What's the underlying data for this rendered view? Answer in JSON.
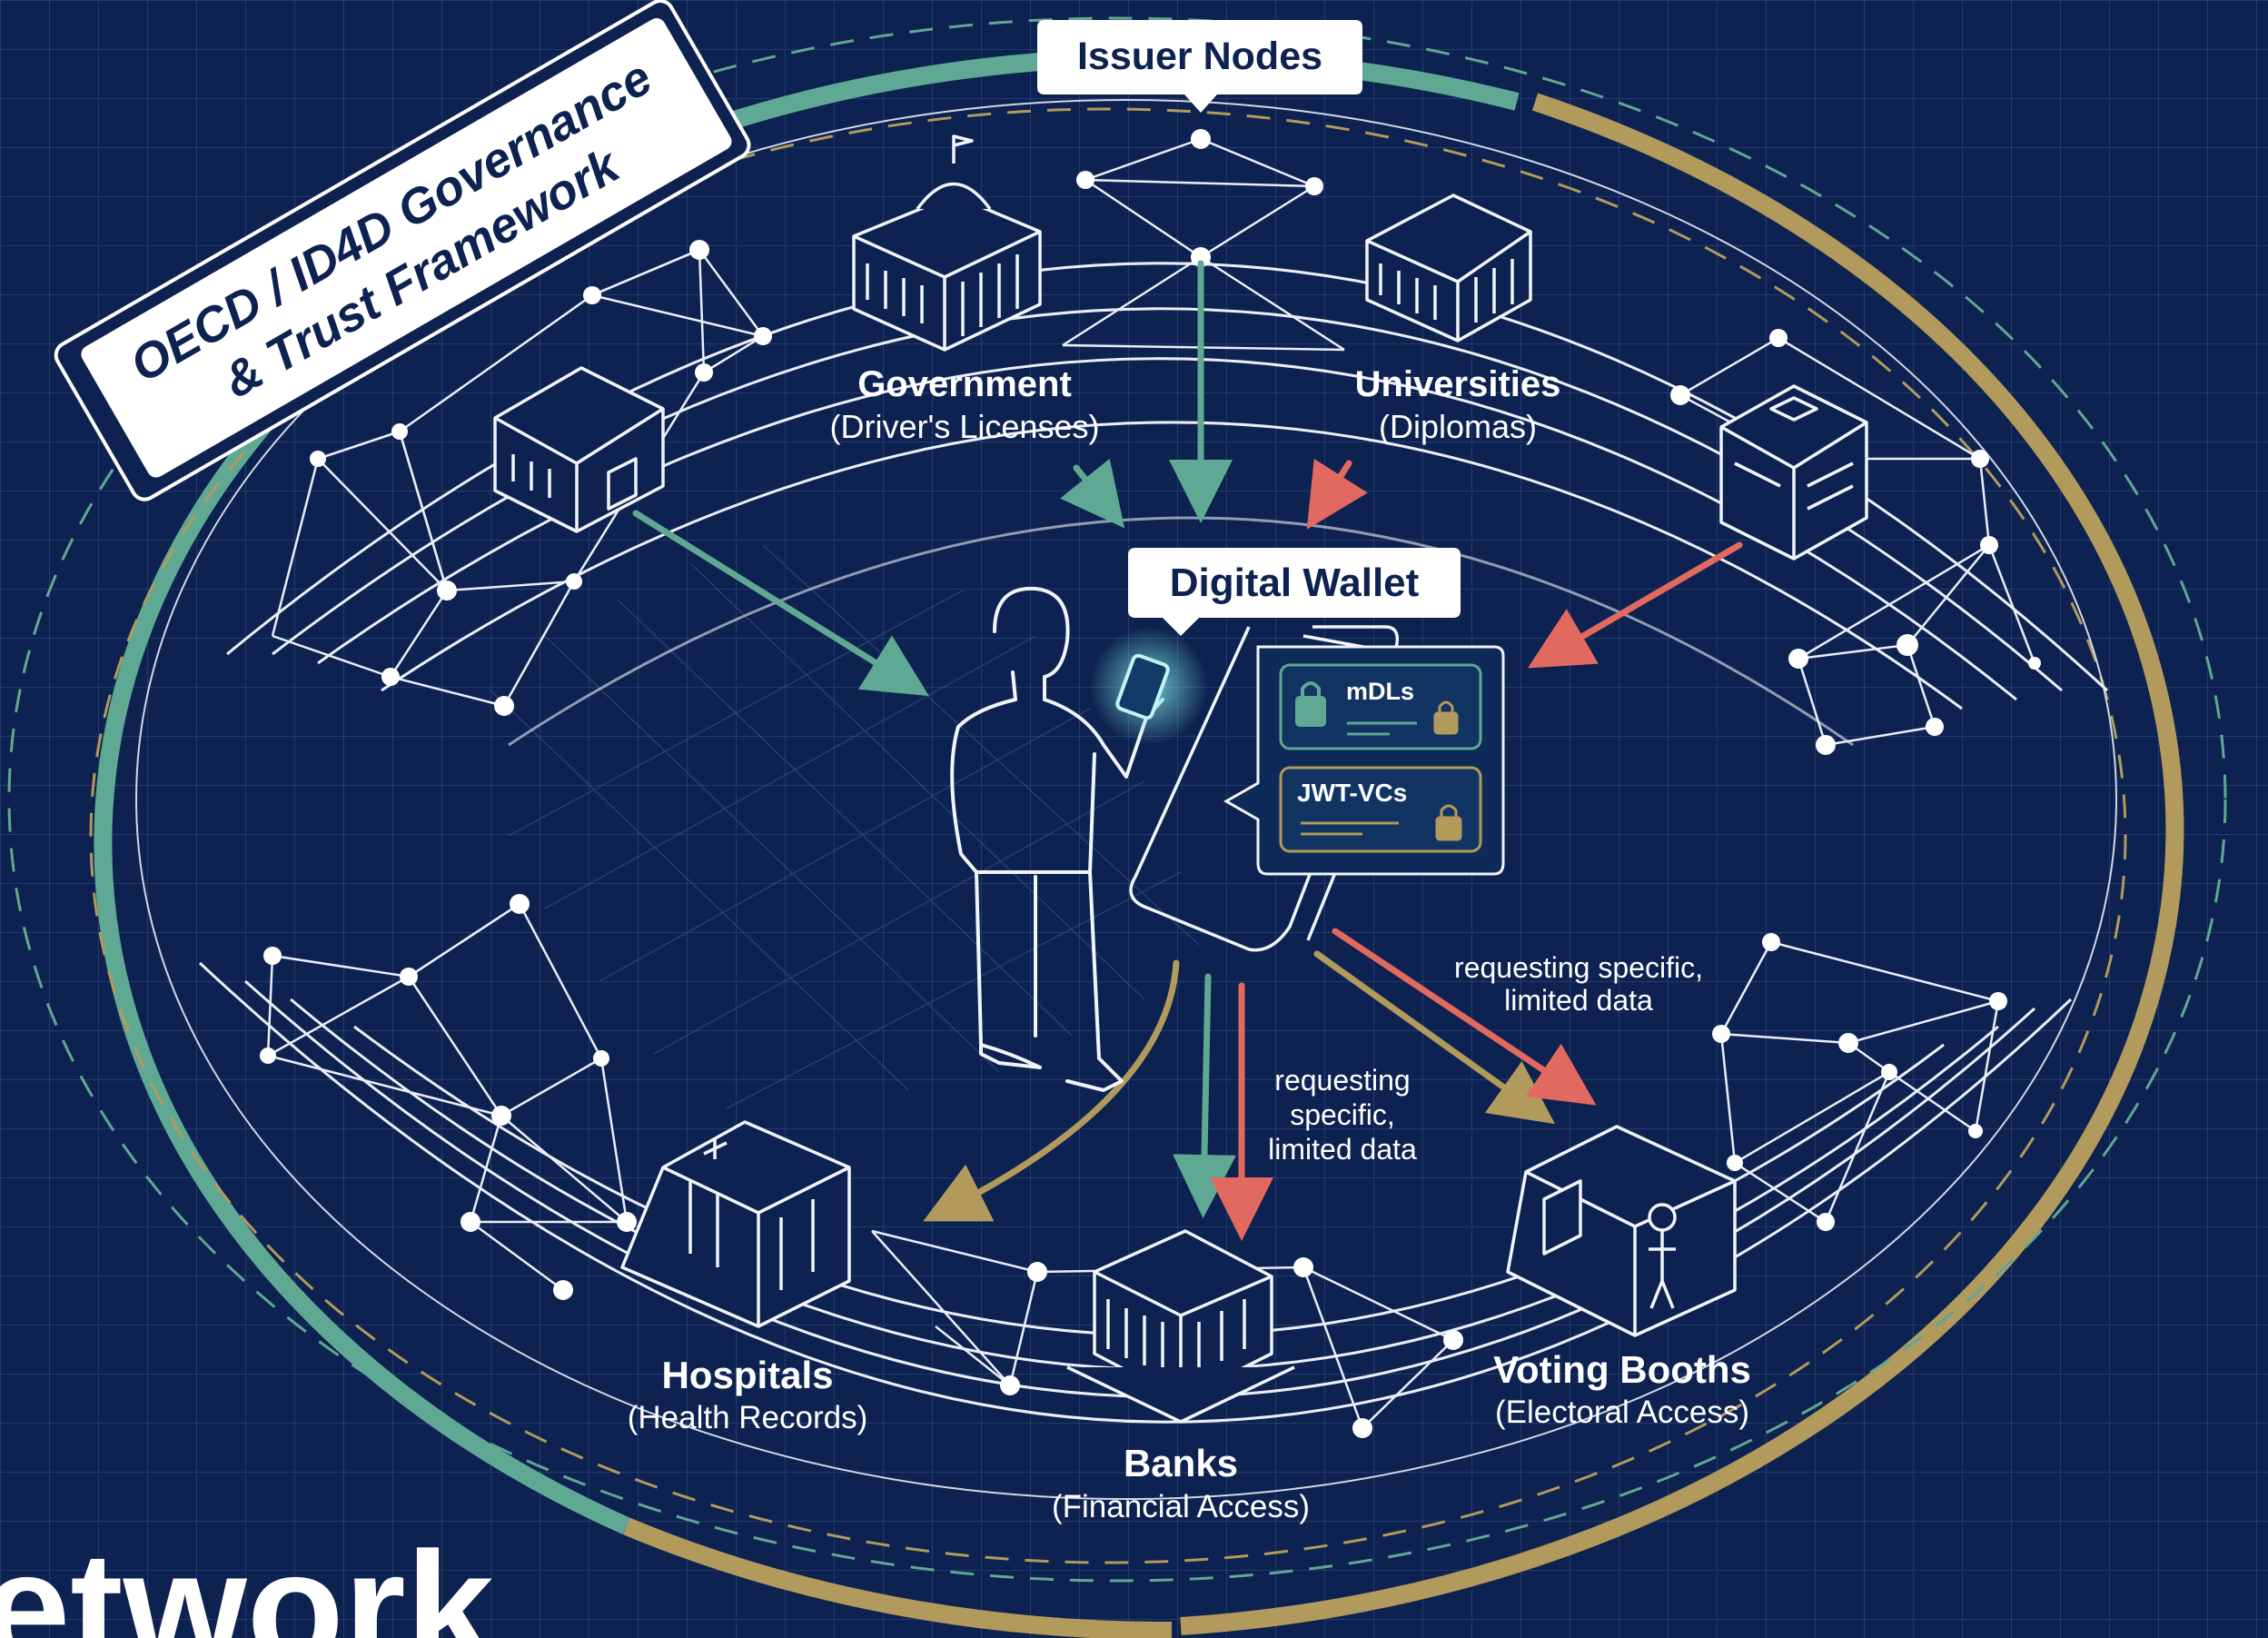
{
  "framework": {
    "line1": "OECD / ID4D Governance",
    "line2": "& Trust Framework"
  },
  "issuer_nodes": {
    "label": "Issuer Nodes"
  },
  "wallet": {
    "label": "Digital Wallet",
    "credentials": [
      {
        "label": "mDLs"
      },
      {
        "label": "JWT-VCs"
      }
    ]
  },
  "issuers": [
    {
      "name": "Government",
      "detail": "(Driver's Licenses)",
      "icon": "capitol-building-icon"
    },
    {
      "name": "Universities",
      "detail": "(Diplomas)",
      "icon": "university-building-icon"
    }
  ],
  "verifiers": [
    {
      "name": "Hospitals",
      "detail": "(Health Records)",
      "icon": "hospital-icon"
    },
    {
      "name": "Banks",
      "detail": "(Financial Access)",
      "icon": "bank-icon"
    },
    {
      "name": "Voting Booths",
      "detail": "(Electoral Access)",
      "icon": "voting-booth-icon"
    }
  ],
  "request_notes": [
    {
      "lines": [
        "requesting",
        "specific,",
        "limited data"
      ]
    },
    {
      "lines": [
        "requesting specific,",
        "limited data"
      ]
    }
  ],
  "footer_text": "etwork",
  "colors": {
    "background": "#0d2250",
    "teal": "#5fa893",
    "gold": "#b29a5c",
    "red": "#e2695f",
    "line": "#e9eef7"
  }
}
